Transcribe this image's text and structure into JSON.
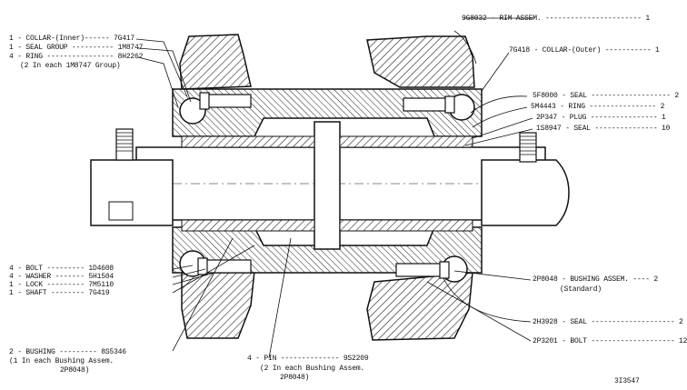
{
  "callouts_left": [
    {
      "text": "1 - COLLAR-(Inner)------ 7G417"
    },
    {
      "text": "1 - SEAL GROUP ---------- 1M8747"
    },
    {
      "text": "4 - RING ---------------- 8H2262"
    },
    {
      "text": "(2 In each 1M8747 Group)"
    },
    {
      "text": "4 - BOLT --------- 1D4608"
    },
    {
      "text": "4 - WASHER ------- 5H1504"
    },
    {
      "text": "1 - LOCK --------- 7M5110"
    },
    {
      "text": "1 - SHAFT -------- 7G419"
    },
    {
      "text": "2 - BUSHING --------- 8S5346"
    },
    {
      "text": "(1 In each Bushing Assem."
    },
    {
      "text": "2P8048)"
    }
  ],
  "callouts_right": [
    {
      "text": "9G8032 - RIM ASSEM. ----------------------- 1"
    },
    {
      "text": "7G418 - COLLAR-(Outer) ----------- 1"
    },
    {
      "text": "5F8000 - SEAL ------------------- 2"
    },
    {
      "text": "5M4443 - RING ---------------- 2"
    },
    {
      "text": "2P347 - PLUG ---------------- 1"
    },
    {
      "text": "1S8947 - SEAL --------------- 10"
    },
    {
      "text": "2P8048 - BUSHING ASSEM. ---- 2"
    },
    {
      "text": "(Standard)"
    },
    {
      "text": "2H3928 - SEAL -------------------- 2"
    },
    {
      "text": "2P3201 - BOLT -------------------- 12"
    }
  ],
  "callouts_bottom": [
    {
      "text": "4 - PIN -------------- 9S2209"
    },
    {
      "text": "(2 In each Bushing Assem."
    },
    {
      "text": "2P8048)"
    }
  ],
  "figure_number": "3I3547",
  "colors": {
    "ink": "#111111",
    "paper": "#ffffff"
  }
}
